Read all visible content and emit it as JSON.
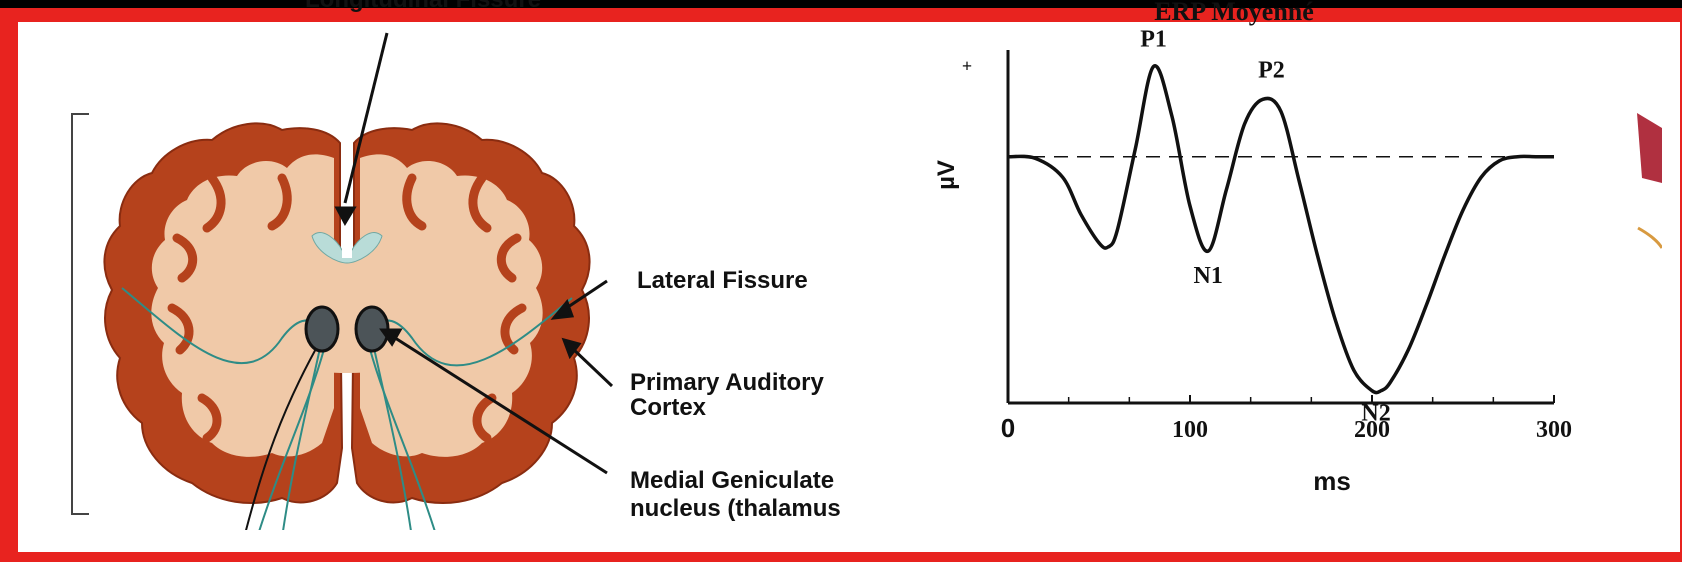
{
  "brain_diagram": {
    "labels": {
      "longitudinal_fissure": "Longitudinal Fissure",
      "lateral_fissure": "Lateral Fissure",
      "primary_auditory_line1": "Primary Auditory",
      "primary_auditory_line2": "Cortex",
      "medial_geniculate_line1": "Medial Geniculate",
      "medial_geniculate_line2": "nucleus (thalamus"
    },
    "colors": {
      "cortex": "#b5421c",
      "white_matter": "#f0c9a8",
      "ventricle": "#b9dcd8",
      "nucleus": "#4c5458",
      "pathway": "#2e8c86"
    }
  },
  "erp_chart": {
    "title": "ERP Moyenné",
    "plus_label": "+",
    "ylabel": "µV",
    "xlabel": "ms",
    "peak_labels": {
      "P1": "P1",
      "N1": "N1",
      "P2": "P2",
      "N2": "N2"
    }
  },
  "chart_data": {
    "type": "line",
    "title": "ERP Moyenné",
    "xlabel": "ms",
    "ylabel": "µV",
    "xlim": [
      0,
      300
    ],
    "ylim": [
      -3,
      1.3
    ],
    "x_ticks": [
      0,
      100,
      200,
      300
    ],
    "x_tick_labels": [
      "0",
      "100",
      "200",
      "300"
    ],
    "baseline": 0,
    "grid": false,
    "series": [
      {
        "x": [
          0,
          15,
          30,
          40,
          50,
          55,
          60,
          70,
          80,
          90,
          100,
          110,
          120,
          130,
          140,
          150,
          160,
          170,
          180,
          190,
          200,
          205,
          210,
          220,
          230,
          240,
          250,
          260,
          270,
          280,
          290,
          300
        ],
        "values": [
          0,
          -0.02,
          -0.25,
          -0.7,
          -1.05,
          -1.1,
          -0.9,
          0.1,
          1.1,
          0.5,
          -0.6,
          -1.15,
          -0.4,
          0.4,
          0.7,
          0.55,
          -0.3,
          -1.2,
          -2.0,
          -2.6,
          -2.85,
          -2.85,
          -2.75,
          -2.35,
          -1.8,
          -1.2,
          -0.65,
          -0.25,
          -0.05,
          0,
          0,
          0
        ]
      }
    ],
    "peaks": [
      {
        "label": "P1",
        "x": 80,
        "y": 1.1
      },
      {
        "label": "N1",
        "x": 110,
        "y": -1.15
      },
      {
        "label": "P2",
        "x": 142,
        "y": 0.7
      },
      {
        "label": "N2",
        "x": 205,
        "y": -2.85
      }
    ]
  }
}
